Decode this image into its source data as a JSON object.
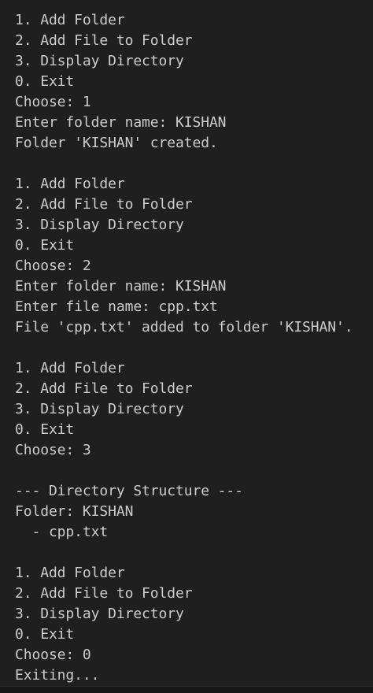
{
  "terminal": {
    "lines": [
      "1. Add Folder",
      "2. Add File to Folder",
      "3. Display Directory",
      "0. Exit",
      "Choose: 1",
      "Enter folder name: KISHAN",
      "Folder 'KISHAN' created.",
      "",
      "1. Add Folder",
      "2. Add File to Folder",
      "3. Display Directory",
      "0. Exit",
      "Choose: 2",
      "Enter folder name: KISHAN",
      "Enter file name: cpp.txt",
      "File 'cpp.txt' added to folder 'KISHAN'.",
      "",
      "1. Add Folder",
      "2. Add File to Folder",
      "3. Display Directory",
      "0. Exit",
      "Choose: 3",
      "",
      "--- Directory Structure ---",
      "Folder: KISHAN",
      "  - cpp.txt",
      "",
      "1. Add Folder",
      "2. Add File to Folder",
      "3. Display Directory",
      "0. Exit",
      "Choose: 0",
      "Exiting..."
    ]
  }
}
